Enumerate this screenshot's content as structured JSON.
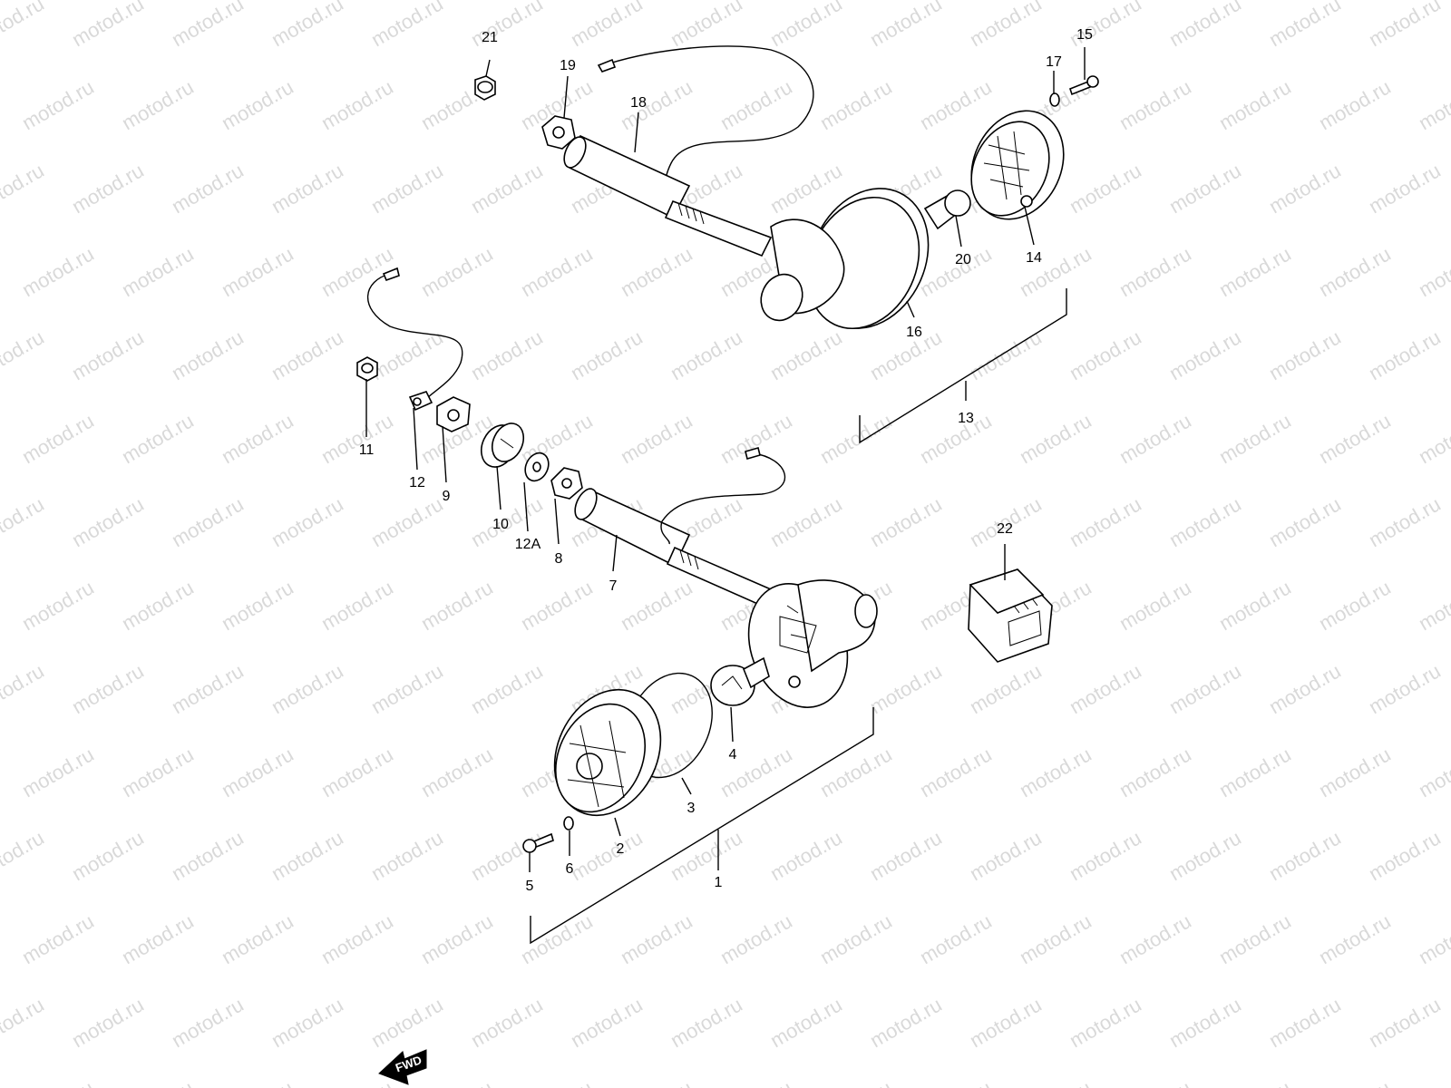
{
  "watermark": {
    "text": "motod.ru"
  },
  "callouts": [
    {
      "id": "c1",
      "label": "1"
    },
    {
      "id": "c2",
      "label": "2"
    },
    {
      "id": "c3",
      "label": "3"
    },
    {
      "id": "c4",
      "label": "4"
    },
    {
      "id": "c5",
      "label": "5"
    },
    {
      "id": "c6",
      "label": "6"
    },
    {
      "id": "c7",
      "label": "7"
    },
    {
      "id": "c8",
      "label": "8"
    },
    {
      "id": "c9",
      "label": "9"
    },
    {
      "id": "c10",
      "label": "10"
    },
    {
      "id": "c11",
      "label": "11"
    },
    {
      "id": "c12",
      "label": "12"
    },
    {
      "id": "c12a",
      "label": "12A"
    },
    {
      "id": "c13",
      "label": "13"
    },
    {
      "id": "c14",
      "label": "14"
    },
    {
      "id": "c15",
      "label": "15"
    },
    {
      "id": "c16",
      "label": "16"
    },
    {
      "id": "c17",
      "label": "17"
    },
    {
      "id": "c18",
      "label": "18"
    },
    {
      "id": "c19",
      "label": "19"
    },
    {
      "id": "c20",
      "label": "20"
    },
    {
      "id": "c21",
      "label": "21"
    },
    {
      "id": "c22",
      "label": "22"
    }
  ],
  "direction_badge": {
    "label": "FWD"
  }
}
